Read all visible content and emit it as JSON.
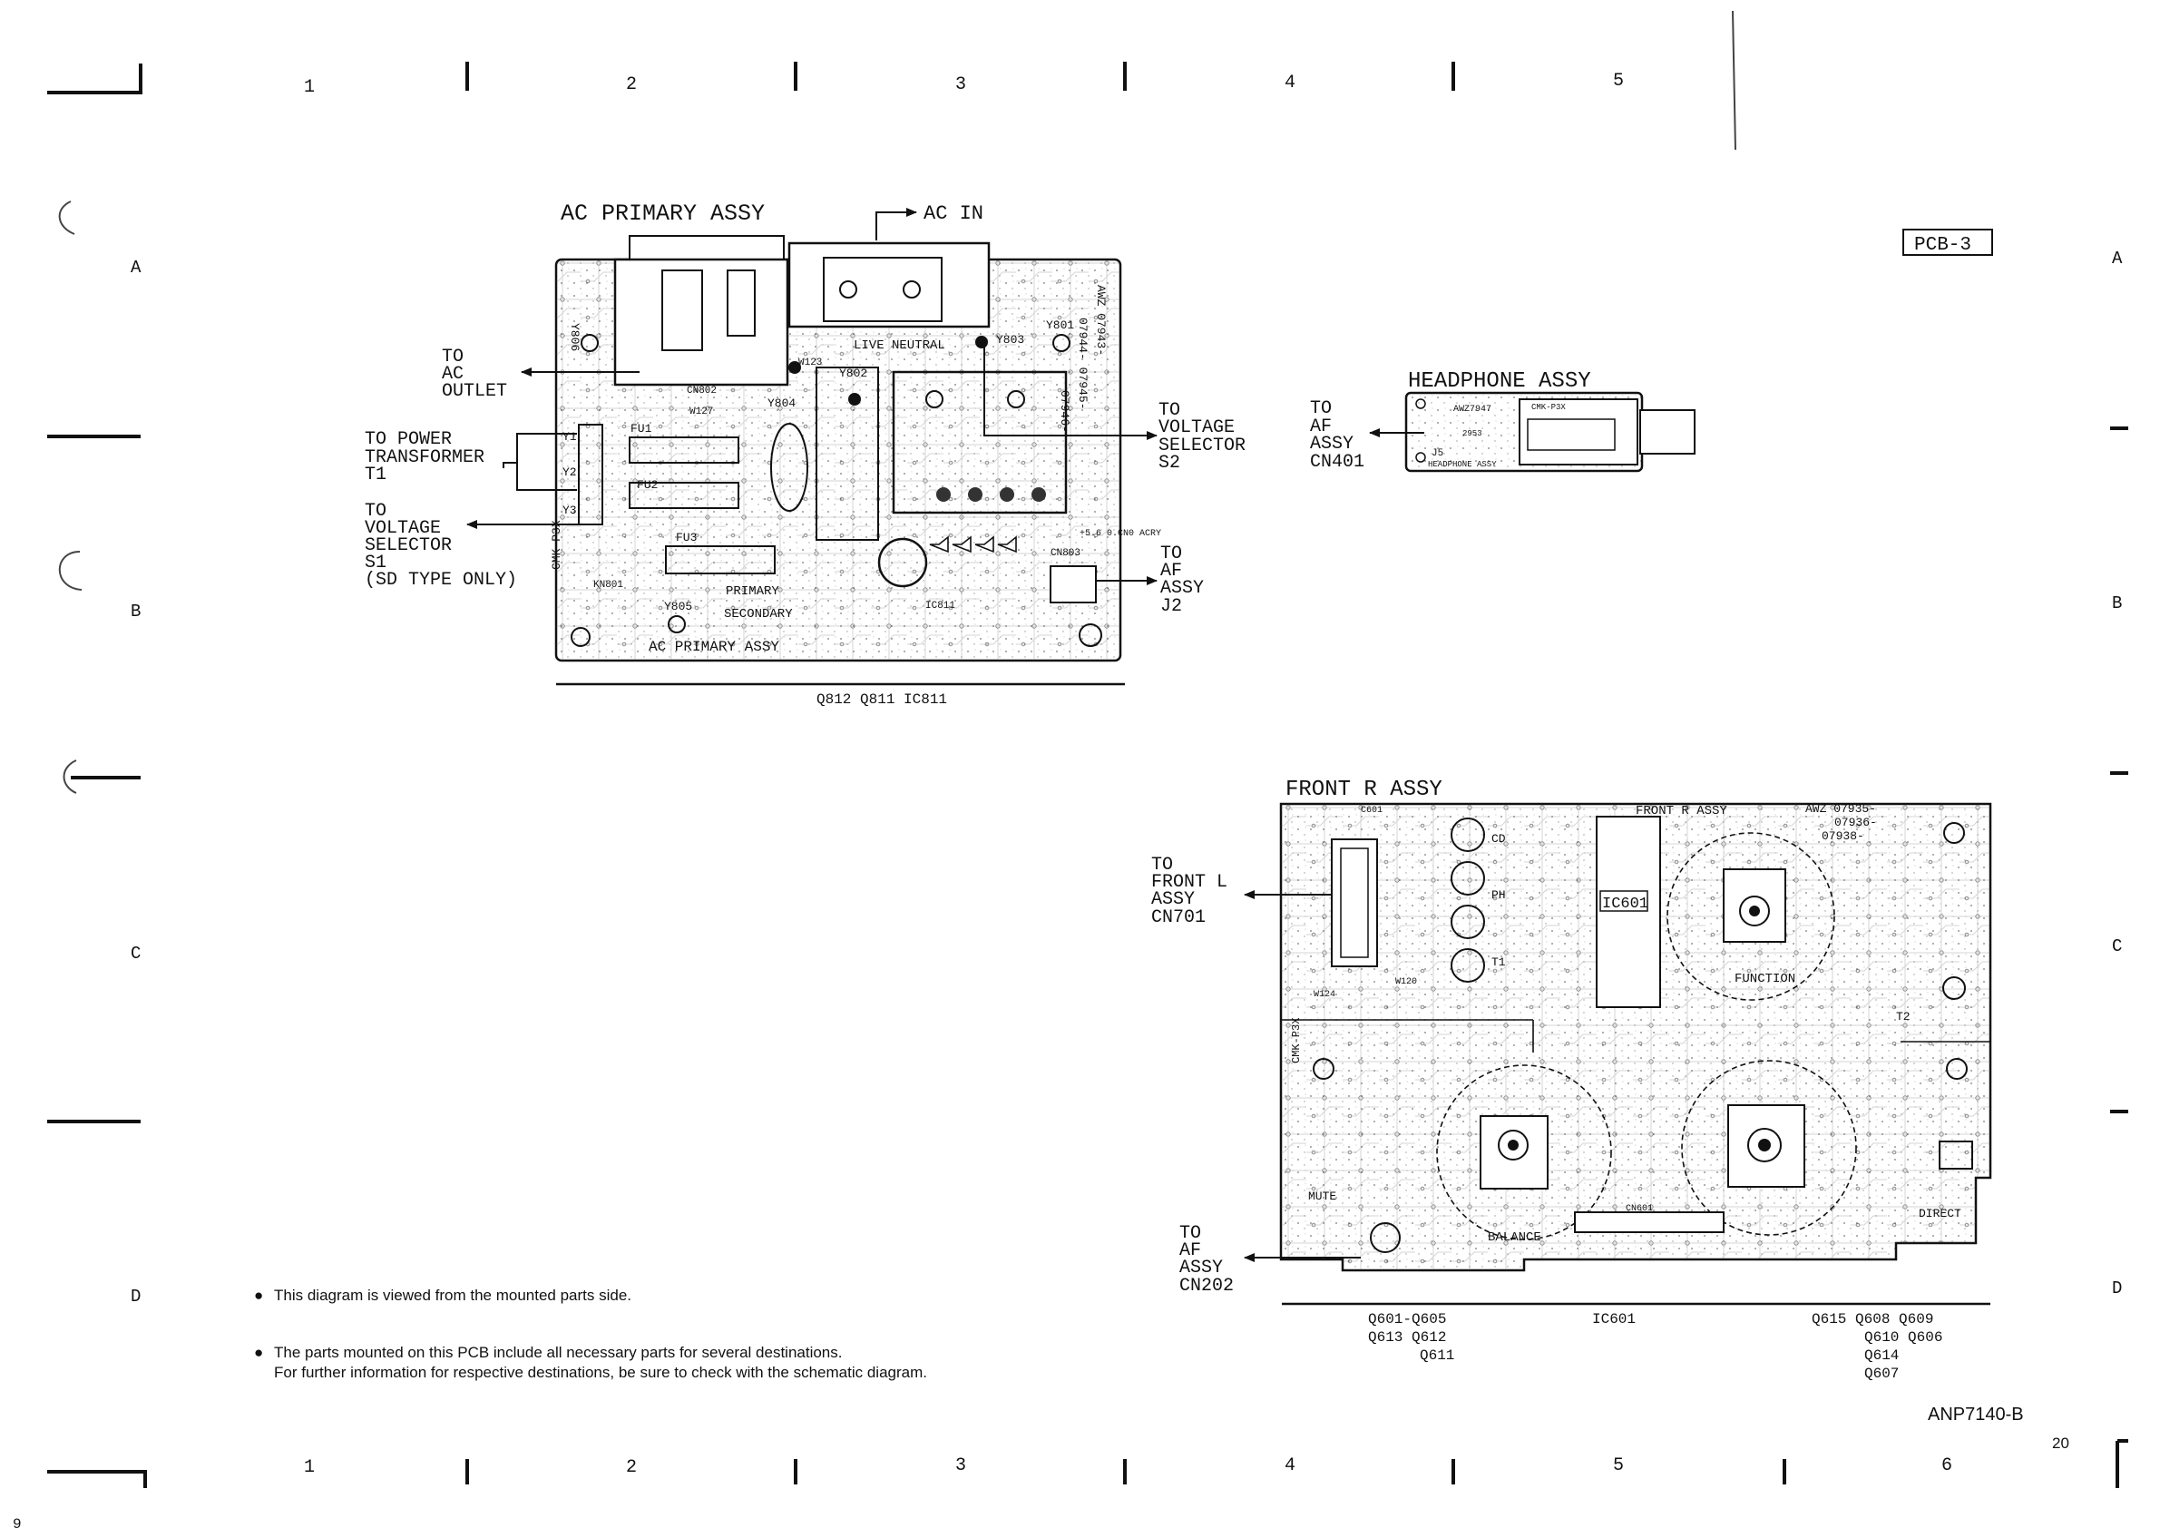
{
  "grid": {
    "columns": [
      "1",
      "2",
      "3",
      "4",
      "5",
      "6"
    ],
    "rows": [
      "A",
      "B",
      "C",
      "D"
    ],
    "top_columns": [
      "1",
      "2",
      "3",
      "4",
      "5"
    ]
  },
  "pcb_tag": "PCB-3",
  "doc_code": "ANP7140-B",
  "page_number": "20",
  "corner_mark": "9",
  "ac_primary": {
    "title": "AC PRIMARY ASSY",
    "ac_in": "AC IN",
    "to_ac_outlet": [
      "TO",
      "AC",
      "OUTLET"
    ],
    "to_power_transformer": [
      "TO POWER",
      "TRANSFORMER",
      "T1"
    ],
    "to_voltage_selector_s1": [
      "TO",
      "VOLTAGE",
      "SELECTOR",
      "S1",
      "(SD TYPE ONLY)"
    ],
    "to_voltage_selector_s2": [
      "TO",
      "VOLTAGE",
      "SELECTOR",
      "S2"
    ],
    "to_af_assy_j2": [
      "TO",
      "AF",
      "ASSY",
      "J2"
    ],
    "part_list": "Q812 Q811 IC811",
    "board_labels": {
      "live_neutral": "LIVE NEUTRAL",
      "primary": "PRIMARY",
      "secondary": "SECONDARY",
      "board_name": "AC PRIMARY ASSY",
      "awz": "AWZ 07943-",
      "awz2": "07944- 07945-",
      "awz3": "07946-",
      "fu1": "FU1",
      "fu2": "FU2",
      "fu3": "FU3",
      "y801": "Y801",
      "y802": "Y802",
      "y803": "Y803",
      "y804": "Y804",
      "y805": "Y805",
      "y806": "Y806",
      "y1": "Y1",
      "y2": "Y2",
      "y3": "Y3",
      "cn802": "CN802",
      "cn803": "CN803",
      "ic811": "IC811",
      "cmk": "CMK-P3X",
      "knb": "KN801",
      "w123": "W123",
      "w127": "W127",
      "tp": "+5.6 0.CN0 ACRY"
    }
  },
  "headphone": {
    "title": "HEADPHONE ASSY",
    "to_af_assy_cn401": [
      "TO",
      "AF",
      "ASSY",
      "CN401"
    ],
    "board_labels": {
      "awz": "AWZ7947",
      "cmk": "CMK-P3X",
      "j5": "J5",
      "name": "HEADPHONE ASSY",
      "num": "2953"
    }
  },
  "front_r": {
    "title": "FRONT R ASSY",
    "to_front_l": [
      "TO",
      "FRONT L",
      "ASSY",
      "CN701"
    ],
    "to_af_assy_cn202": [
      "TO",
      "AF",
      "ASSY",
      "CN202"
    ],
    "part_list_1": [
      "Q601-Q605",
      "Q613 Q612",
      "Q611"
    ],
    "part_list_2": [
      "IC601"
    ],
    "part_list_3": [
      "Q615 Q608 Q609",
      "Q610 Q606",
      "Q614",
      "Q607"
    ],
    "board_labels": {
      "name": "FRONT R ASSY",
      "awz": "AWZ 07935-",
      "awz2": "07936-",
      "awz3": "07938-",
      "ic601": "IC601",
      "function": "FUNCTION",
      "balance": "BALANCE",
      "mute": "MUTE",
      "direct": "DIRECT",
      "cd": "CD",
      "ph": "PH",
      "t1": "T1",
      "t2": "T2",
      "cmk": "CMK-P3X",
      "c601": "C601",
      "cn601": "CN601",
      "w124": "W124",
      "w120": "W120"
    }
  },
  "notes": [
    "This diagram is viewed from the mounted parts side.",
    "The parts mounted on this PCB include all necessary parts for several destinations.",
    "For further information for respective destinations, be sure to check with the schematic diagram."
  ]
}
